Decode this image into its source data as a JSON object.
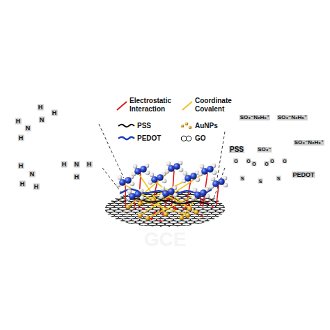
{
  "diagram": {
    "nodes": [
      {
        "text": [
          "H",
          "H",
          "N",
          "N",
          "H",
          "H",
          "H",
          "N",
          "H",
          "H",
          "H",
          "N",
          "H",
          "H"
        ]
      },
      {
        "text": [
          "SO₃⁻N₂H₅⁺",
          "SO₃⁻N₂H₅⁺",
          "SO₃⁻N₂H₅⁺",
          "PSS",
          "SO₃⁻",
          "O",
          "O",
          "O",
          "O",
          "O",
          "O",
          "S",
          "S",
          "S",
          "PEDOT"
        ]
      },
      {
        "text": [
          "GCE"
        ]
      }
    ],
    "legend": [
      {
        "text": "Electrostatic Interaction"
      },
      {
        "text": "Coordinate Covalent"
      },
      {
        "text": "PSS"
      },
      {
        "text": "AuNPs"
      },
      {
        "text": "PEDOT"
      },
      {
        "text": "GO"
      }
    ]
  }
}
